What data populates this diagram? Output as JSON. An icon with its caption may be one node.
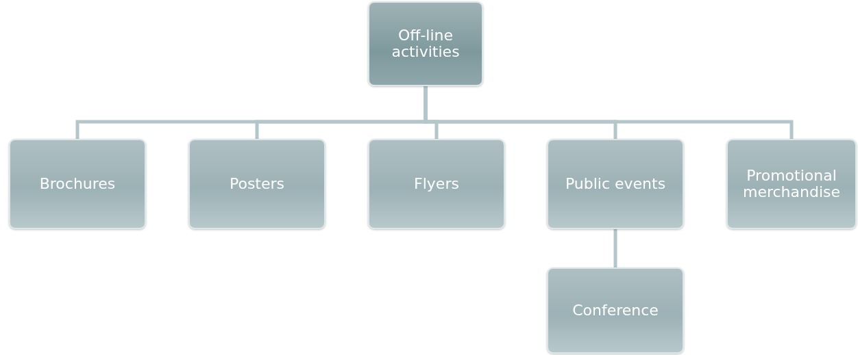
{
  "diagram": {
    "nodes": [
      {
        "text": [
          "Off-line activities"
        ]
      },
      {
        "text": [
          "Brochures"
        ]
      },
      {
        "text": [
          "Posters"
        ]
      },
      {
        "text": [
          "Flyers"
        ]
      },
      {
        "text": [
          "Public events"
        ]
      },
      {
        "text": [
          "Promotional merchandise"
        ]
      },
      {
        "text": [
          "Conference"
        ]
      }
    ],
    "edges": [
      {
        "from": 0,
        "to": 1,
        "arrow": "none"
      },
      {
        "from": 0,
        "to": 2,
        "arrow": "none"
      },
      {
        "from": 0,
        "to": 3,
        "arrow": "none"
      },
      {
        "from": 0,
        "to": 4,
        "arrow": "none"
      },
      {
        "from": 0,
        "to": 5,
        "arrow": "none"
      },
      {
        "from": 4,
        "to": 6,
        "arrow": "none"
      }
    ]
  }
}
